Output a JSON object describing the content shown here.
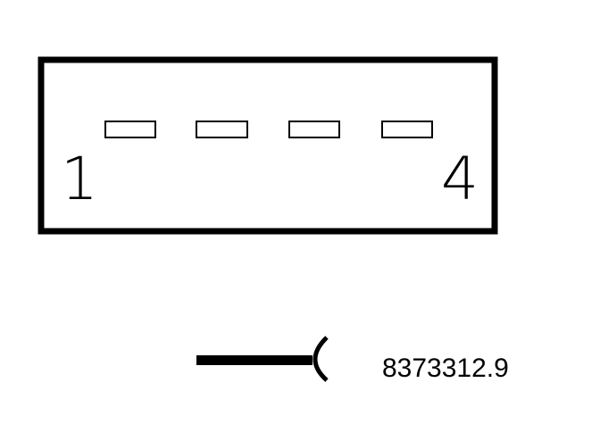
{
  "connector": {
    "pin_count": 4,
    "first_pin_label": "1",
    "last_pin_label": "4"
  },
  "part_number": "8373312.9",
  "colors": {
    "line": "#000000",
    "background": "#ffffff"
  },
  "icons": {
    "connector_symbol": "wire-connector-icon"
  }
}
